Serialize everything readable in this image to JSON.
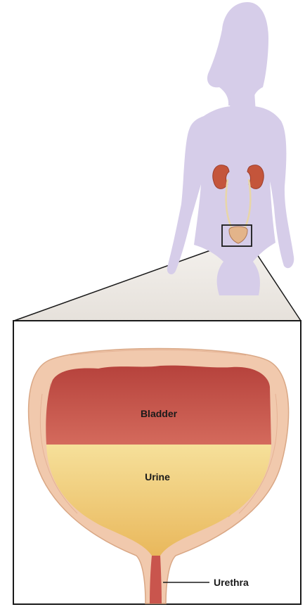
{
  "labels": {
    "bladder": "Bladder",
    "urine": "Urine",
    "urethra": "Urethra"
  },
  "colors": {
    "silhouette": "#d6cde9",
    "kidney": "#c4553b",
    "bladder_wall": "#f1c9ad",
    "bladder_inner": "#c9554d",
    "urine": "#f2d27c",
    "zoom_fill": "#ece8e3",
    "outline": "#1a1a1a"
  }
}
